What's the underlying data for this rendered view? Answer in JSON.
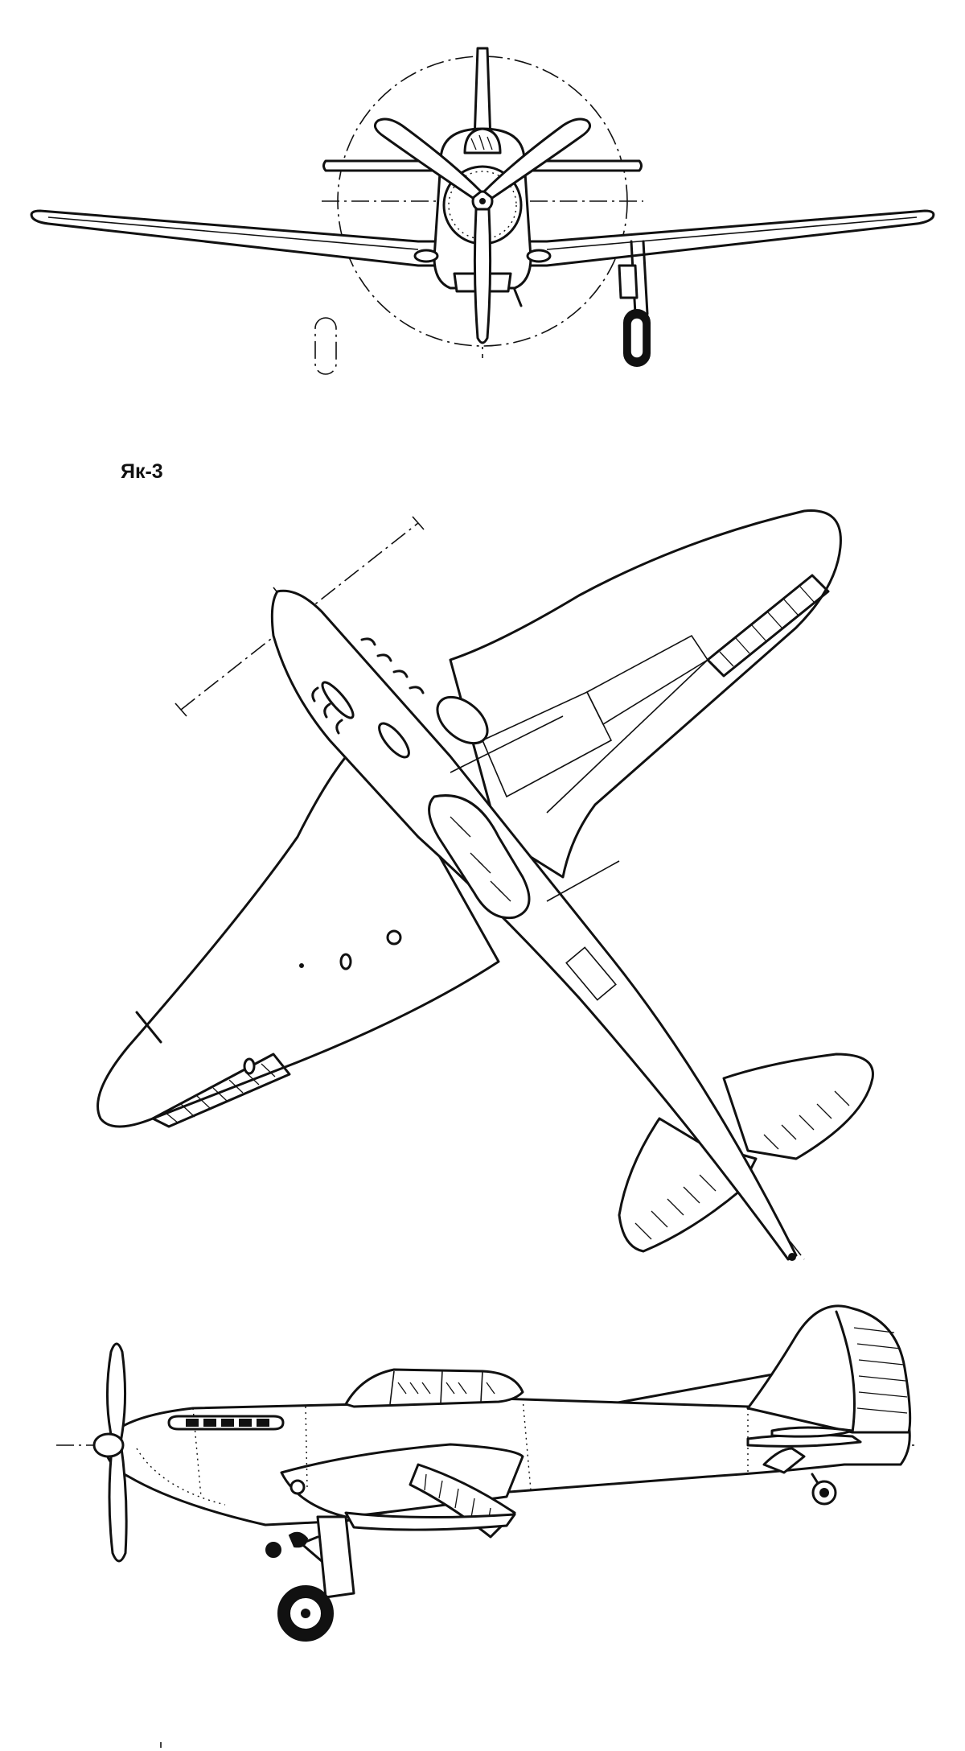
{
  "drawing": {
    "title": "Як-3",
    "views": [
      "front",
      "top",
      "side"
    ]
  },
  "colors": {
    "line": "#111111",
    "background": "#ffffff"
  }
}
